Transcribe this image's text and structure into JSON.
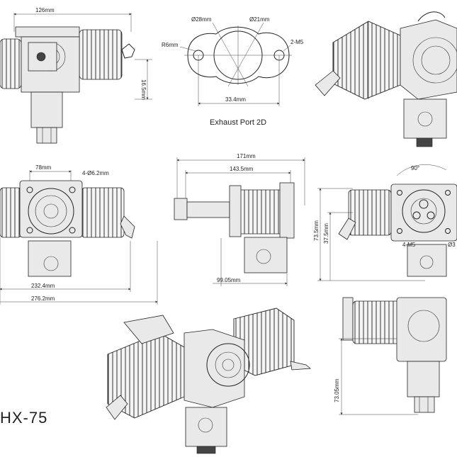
{
  "model": "HX-75",
  "exhaust_port": {
    "caption": "Exhaust Port 2D",
    "d_outer": "Ø28mm",
    "d_inner": "Ø21mm",
    "radius": "R6mm",
    "holes": "2-M5",
    "span": "33.4mm"
  },
  "top_view": {
    "width": "126mm",
    "offset": "16.5mm"
  },
  "front_view": {
    "bolt_span": "78mm",
    "holes": "4-Ø6.2mm",
    "width_a": "232.4mm",
    "width_b": "276.2mm"
  },
  "side_view": {
    "length": "171mm",
    "length_b": "143.5mm",
    "mount": "99.05mm"
  },
  "rear_view": {
    "angle": "90°",
    "height_a": "73.5mm",
    "height_b": "37.5mm",
    "holes": "4-M5",
    "hole_partial": "Ø3"
  },
  "lower_side_view": {
    "height": "73.05mm"
  }
}
